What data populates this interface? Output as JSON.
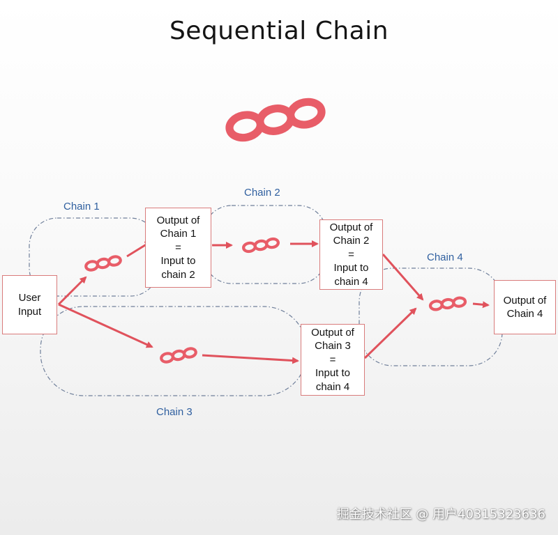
{
  "title": "Sequential Chain",
  "colors": {
    "accent": "#e85d68",
    "arrow": "#e0525c",
    "box_border": "#d97b7b",
    "group_border": "#6f7f9a",
    "group_label": "#2f5f9f"
  },
  "icons": {
    "header": "chain-link-icon",
    "edge": "chain-link-icon"
  },
  "groups": [
    {
      "id": "chain1",
      "label": "Chain 1"
    },
    {
      "id": "chain2",
      "label": "Chain 2"
    },
    {
      "id": "chain3",
      "label": "Chain 3"
    },
    {
      "id": "chain4",
      "label": "Chain 4"
    }
  ],
  "nodes": [
    {
      "id": "user_input",
      "text": "User\nInput"
    },
    {
      "id": "out1",
      "text": "Output of\nChain 1\n=\nInput to\nchain 2"
    },
    {
      "id": "out2",
      "text": "Output of\nChain 2\n=\nInput to\nchain 4"
    },
    {
      "id": "out3",
      "text": "Output of\nChain 3\n=\nInput to\nchain 4"
    },
    {
      "id": "out4",
      "text": "Output of\nChain 4"
    }
  ],
  "edges": [
    {
      "from": "user_input",
      "to": "out1",
      "via": "chain1"
    },
    {
      "from": "user_input",
      "to": "out3",
      "via": "chain3"
    },
    {
      "from": "out1",
      "to": "out2",
      "via": "chain2"
    },
    {
      "from": "out2",
      "to": "out4",
      "via": "chain4"
    },
    {
      "from": "out3",
      "to": "out4",
      "via": "chain4"
    }
  ],
  "watermark": "掘金技术社区 @ 用户40315323636"
}
